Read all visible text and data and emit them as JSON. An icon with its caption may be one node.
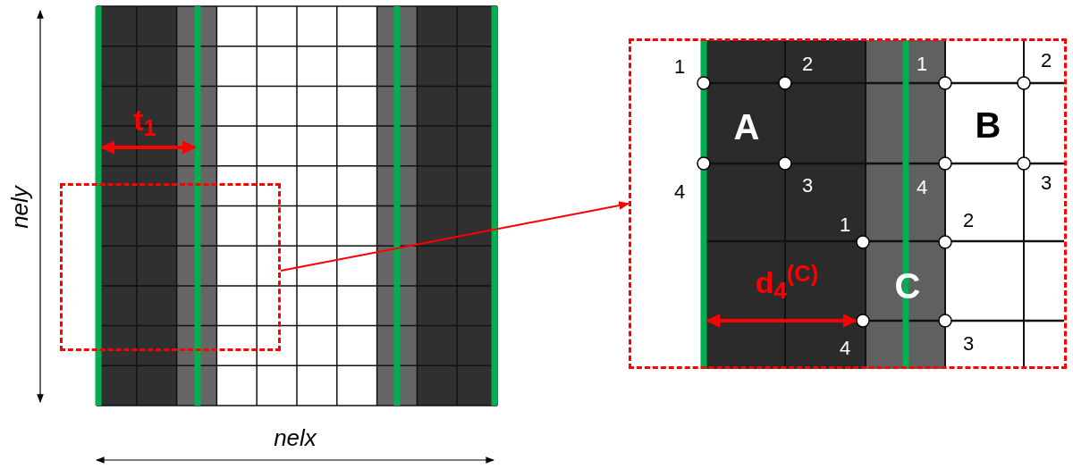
{
  "diagram": {
    "nodes": [
      {
        "text": [],
        "shape": "box"
      },
      {
        "text": [],
        "shape": "box"
      }
    ],
    "edges": [
      {
        "from": 0,
        "to": 1,
        "arrow": "to"
      }
    ],
    "labels": [
      "t$_{1}$",
      "1",
      "2",
      "1",
      "2",
      "A",
      "B",
      "4",
      "3",
      "4",
      "3",
      "nely",
      "1",
      "2",
      "d$_{4}$$^{(C)}$",
      "C",
      "4",
      "3",
      "nelx"
    ]
  }
}
